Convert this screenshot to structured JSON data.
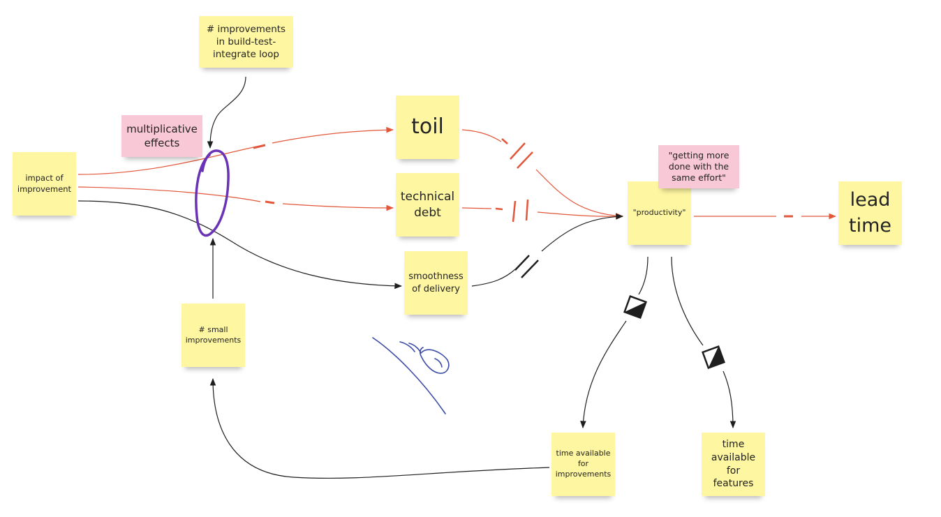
{
  "notes": {
    "impact": "impact of\nimprovement",
    "improvements_loop": "# improvements\nin build-test-\nintegrate loop",
    "multiplicative": "multiplicative\neffects",
    "toil": "toil",
    "technical_debt": "technical\ndebt",
    "smoothness": "smoothness\nof delivery",
    "small_improvements": "# small\nimprovements",
    "productivity": "\"productivity\"",
    "getting_more": "\"getting more\ndone with the\nsame effort\"",
    "lead_time": "lead\ntime",
    "time_improvements": "time available\nfor\nimprovements",
    "time_features": "time\navailable\nfor features"
  },
  "colors": {
    "note_yellow": "#fef6a0",
    "note_pink": "#f9c8d7",
    "arrow_red": "#e2563a",
    "arrow_black": "#1e1e1e",
    "loop_purple": "#6a32b4",
    "sketch_blue": "#3b4aa5"
  },
  "icons": {
    "loop": "circle-highlight",
    "sketch": "pen-scribble",
    "delay": "delay-marker",
    "balance": "half-filled-square"
  }
}
